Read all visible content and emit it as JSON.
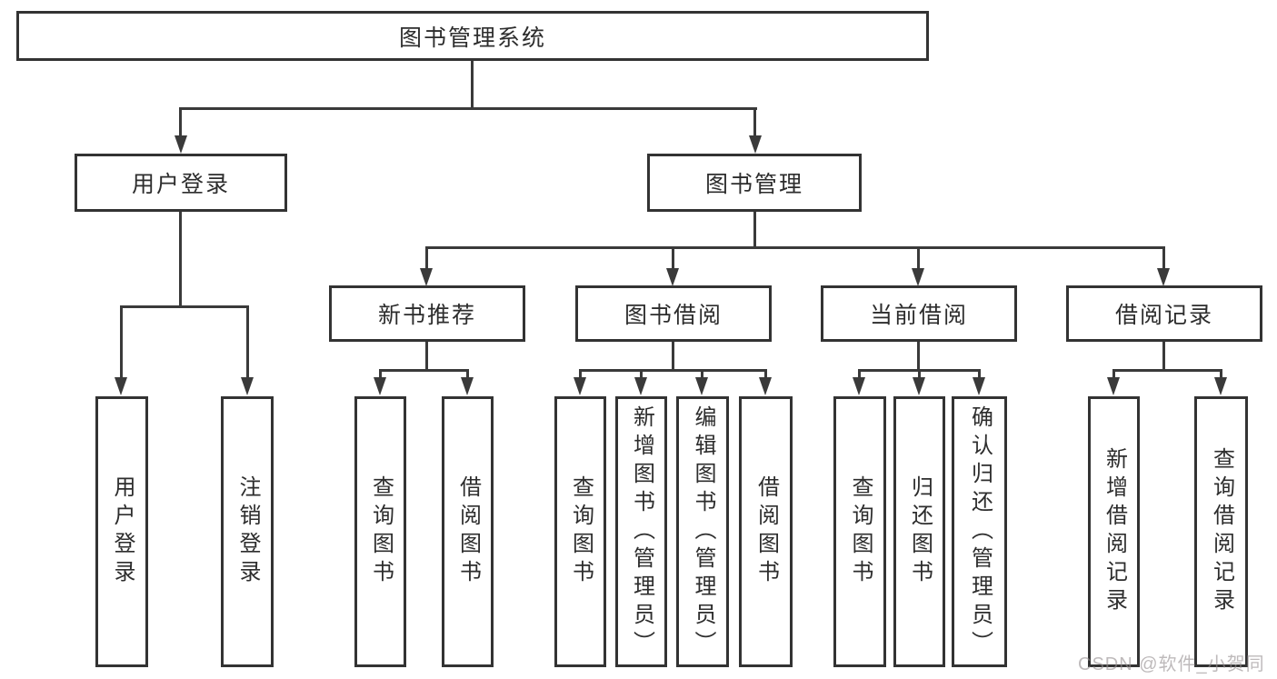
{
  "tree": {
    "root": {
      "label": "图书管理系统"
    },
    "user_login": {
      "label": "用户登录"
    },
    "book_mgmt": {
      "label": "图书管理"
    },
    "new_book_rec": {
      "label": "新书推荐"
    },
    "book_borrow": {
      "label": "图书借阅"
    },
    "current_borrow": {
      "label": "当前借阅"
    },
    "borrow_record": {
      "label": "借阅记录"
    },
    "ul_user_login": {
      "label": "用户登录"
    },
    "ul_logout": {
      "label": "注销登录"
    },
    "nbr_query_books": {
      "label": "查询图书"
    },
    "nbr_borrow_books": {
      "label": "借阅图书"
    },
    "bb_query_books": {
      "label": "查询图书"
    },
    "bb_add_books": {
      "label": "新增图书（管理员）"
    },
    "bb_edit_books": {
      "label": "编辑图书（管理员）"
    },
    "bb_borrow_books": {
      "label": "借阅图书"
    },
    "cb_query_books": {
      "label": "查询图书"
    },
    "cb_return_books": {
      "label": "归还图书"
    },
    "cb_confirm_return": {
      "label": "确认归还（管理员）"
    },
    "br_add_record": {
      "label": "新增借阅记录"
    },
    "br_query_record": {
      "label": "查询借阅记录"
    }
  },
  "watermark": {
    "text": "CSDN @软件_小贺同学"
  },
  "colors": {
    "line": "#3a3a3a",
    "box_border": "#333333",
    "text": "#2d2d2d",
    "background": "#ffffff",
    "watermark": "#969092"
  }
}
